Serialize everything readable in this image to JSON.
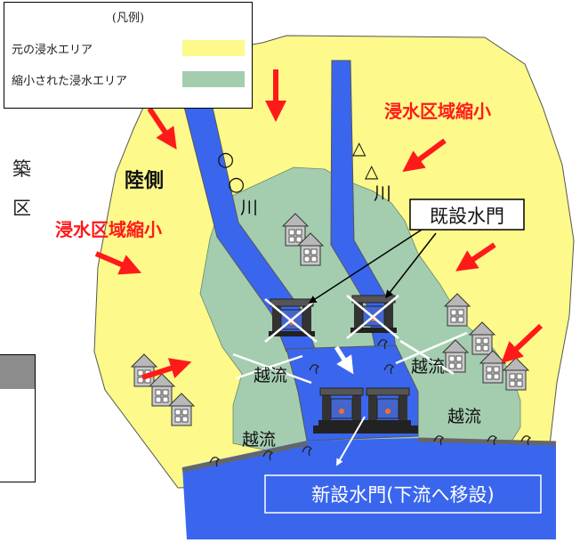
{
  "legend": {
    "title": "(凡例)",
    "items": [
      {
        "label": "元の浸水エリア",
        "color": "#fdf98a"
      },
      {
        "label": "縮小された浸水エリア",
        "color": "#a4cdb0"
      }
    ]
  },
  "labels": {
    "land_side": "陸側",
    "flood_reduced": "浸水区域縮小",
    "river_o": [
      "○",
      "○",
      "川"
    ],
    "river_triangle": [
      "△",
      "△",
      "川"
    ],
    "existing_gate": "既設水門",
    "overflow": "越流",
    "new_gate": "新設水門(下流へ移設)"
  },
  "edge_text": [
    "築",
    "区"
  ],
  "colors": {
    "original_area": "#fdf98a",
    "reduced_area": "#a4cdb0",
    "river": "#3a66ee",
    "arrow": "#ff1a1a",
    "label_red": "#ff1a1a"
  }
}
